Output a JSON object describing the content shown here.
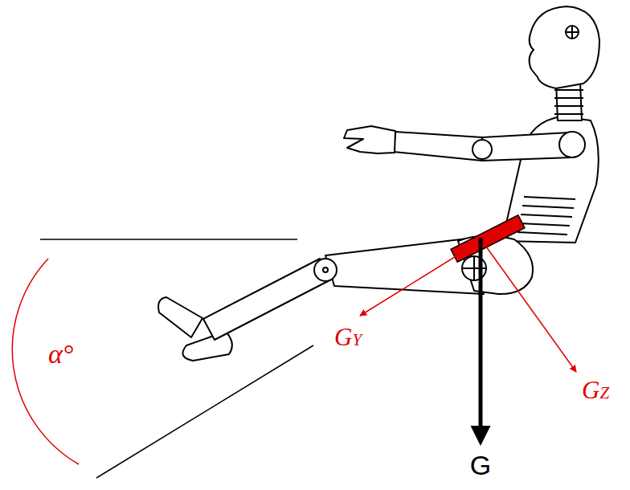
{
  "diagram": {
    "labels": [
      "α°",
      "GY",
      "GZ",
      "G"
    ]
  }
}
